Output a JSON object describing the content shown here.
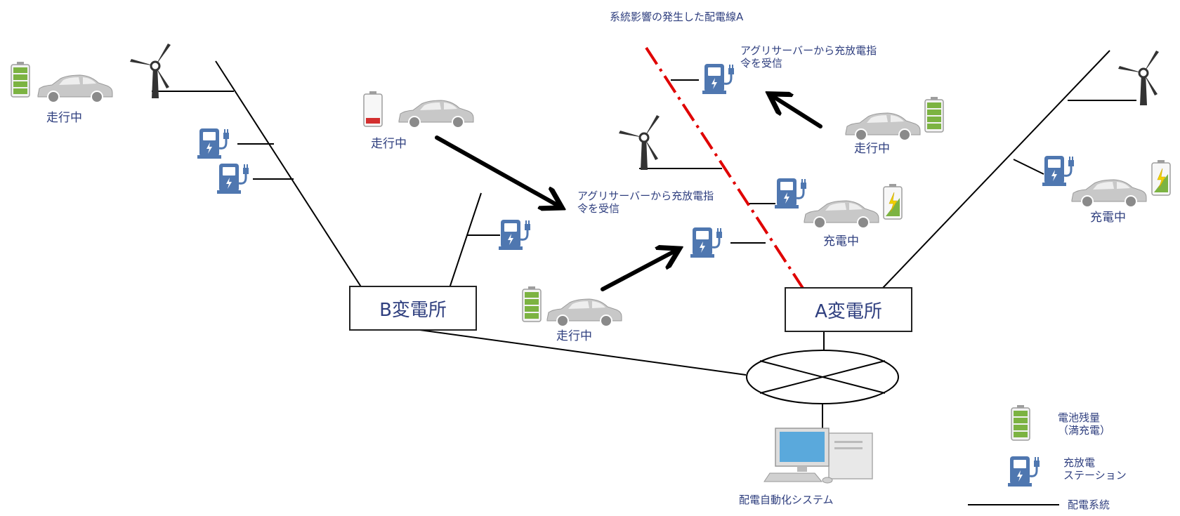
{
  "title_line": "系統影響の発生した配電線A",
  "substation_a": "A変電所",
  "substation_b": "B変電所",
  "status_driving": "走行中",
  "status_charging": "充電中",
  "aggregator_msg_line1": "アグリサーバーから充放電指",
  "aggregator_msg_line2": "令を受信",
  "dms_label": "配電自動化システム",
  "legend": {
    "battery_line1": "電池残量",
    "battery_line2": "（満充電）",
    "station_line1": "充放電",
    "station_line2": "ステーション",
    "line_label": "配電系統"
  },
  "colors": {
    "label_blue": "#2f3f7f",
    "station_blue": "#4f77b0",
    "battery_green": "#7cb342",
    "battery_low_red": "#d32f2f",
    "fault_red": "#e00000",
    "car_gray": "#bdbdbd"
  }
}
